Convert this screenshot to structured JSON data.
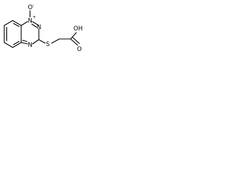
{
  "molecule": {
    "atoms": {
      "n_oxide_n": "N",
      "n_oxide_o": "O",
      "n_oxide_o_charge": "-",
      "n_oxide_n_charge": "+",
      "ring_n_middle": "N",
      "ring_n_lower": "N",
      "sulfur": "S",
      "hydroxyl": "OH",
      "carbonyl_o": "O"
    },
    "colors": {
      "bond": "#000000",
      "text": "#000000",
      "background": "#ffffff"
    }
  }
}
